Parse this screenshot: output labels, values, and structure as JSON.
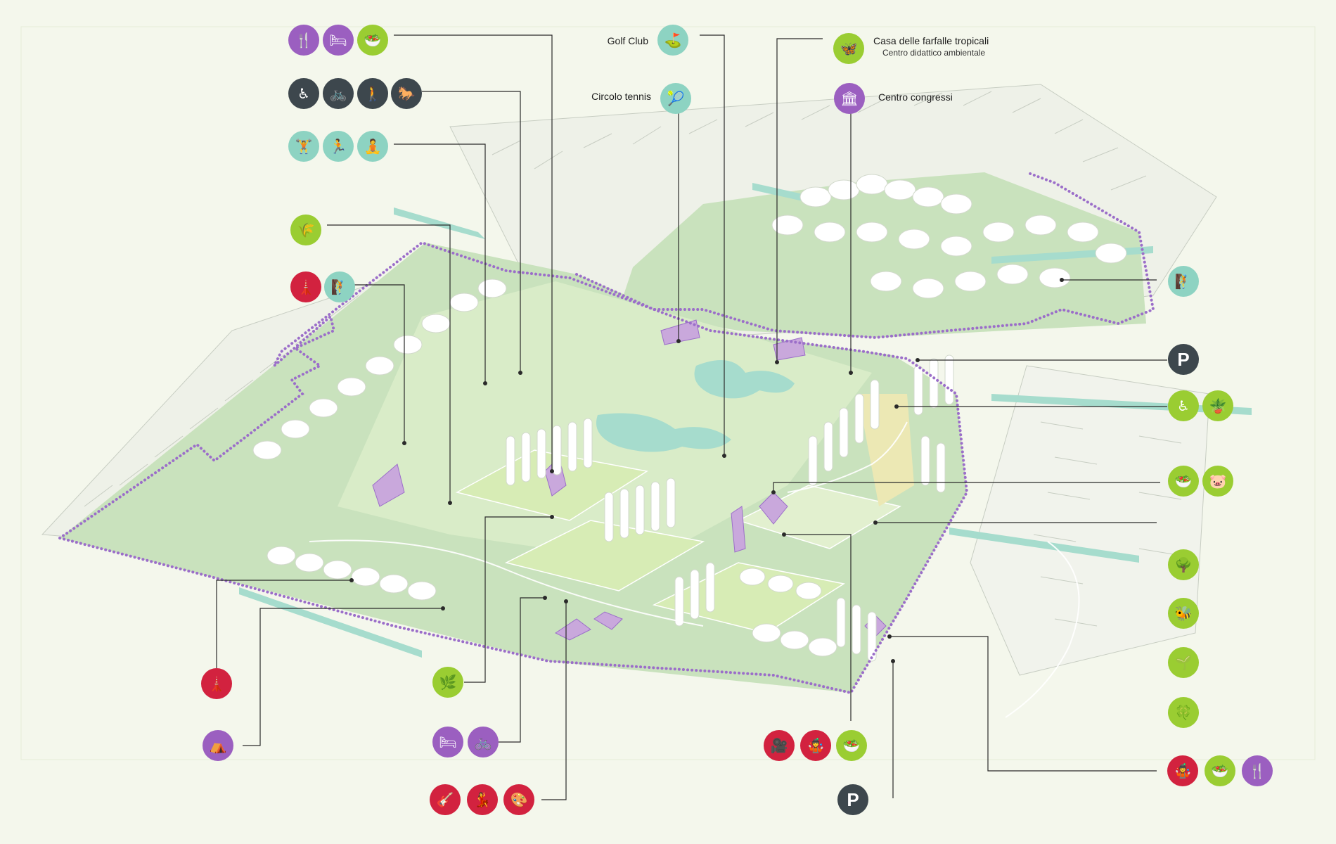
{
  "palette": {
    "background": "#f4f7ec",
    "park_green": "#c9e2bd",
    "field_green": "#d7ecb5",
    "meadow_light": "#e2f0cf",
    "water": "#a6dccd",
    "boundary_dots": "#9b6ec9",
    "leader_line": "#2a2a2a",
    "purple": "#9b5fc0",
    "dark": "#3d474d",
    "teal": "#8dd3c2",
    "lime": "#9acd32",
    "red": "#d2223f"
  },
  "labels": {
    "golf_club": "Golf Club",
    "circolo_tennis": "Circolo tennis",
    "casa_farfalle": "Casa delle farfalle tropicali",
    "centro_didattico": "Centro didattico ambientale",
    "centro_congressi": "Centro congressi"
  },
  "icons": {
    "restaurant": "🍴",
    "hotel": "🛏",
    "salad": "🥗",
    "wheelchair": "♿",
    "bicycle": "🚲",
    "walking": "🚶",
    "horse": "🐎",
    "fitness": "🏋",
    "running": "🏃",
    "yoga": "🧘",
    "reeds": "🌾",
    "monument": "🗼",
    "climbing": "🧗",
    "golf": "⛳",
    "tennis": "🎾",
    "butterfly": "🦋",
    "congress": "🏛",
    "tree": "🌳",
    "bee": "🐝",
    "seedling": "🌱",
    "clover": "🍀",
    "pig": "🐷",
    "gardening": "🪴",
    "camping": "⛺",
    "leaves": "🌿",
    "guitar": "🎸",
    "dance": "💃",
    "spray": "🎨",
    "cinema": "🎥",
    "juggler": "🤹",
    "parking_label": "P"
  }
}
